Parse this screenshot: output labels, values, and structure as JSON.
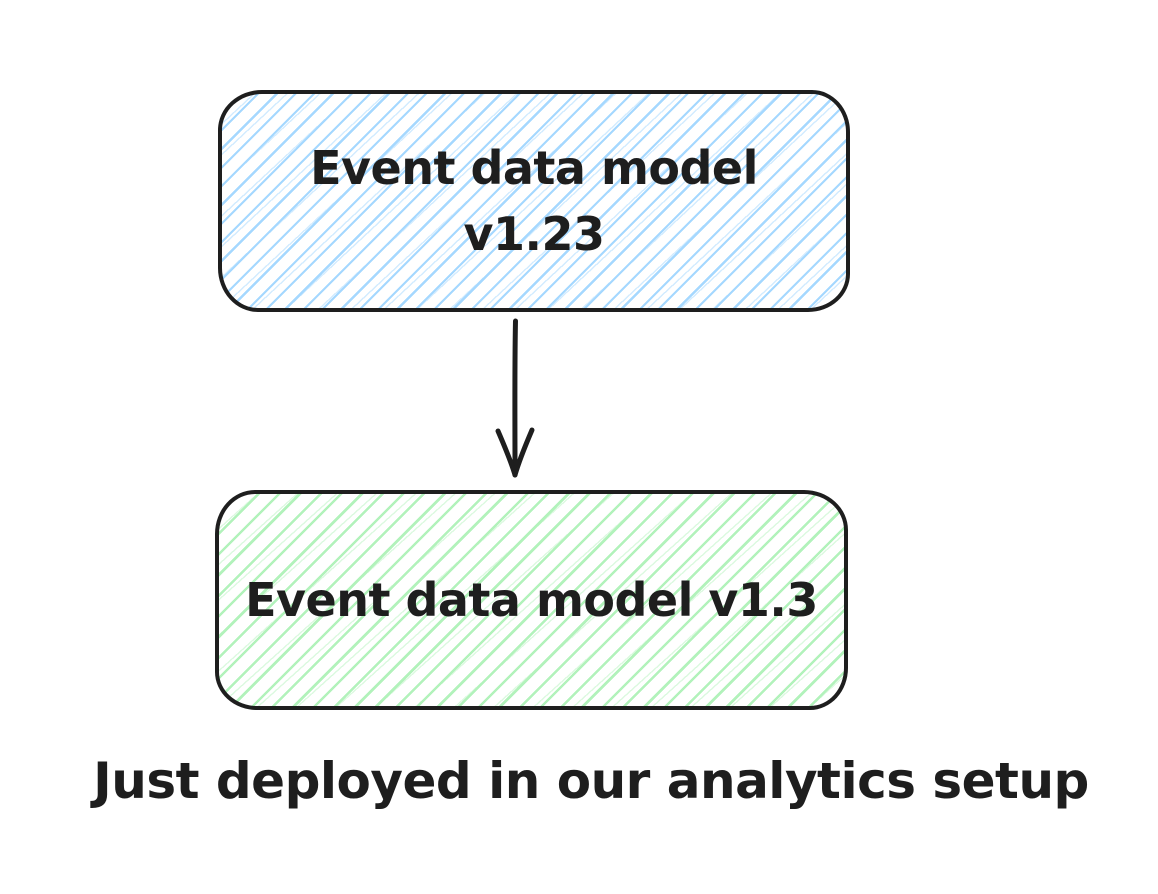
{
  "diagram": {
    "style": "hand-drawn-sketch",
    "background_color": "#ffffff",
    "stroke_color": "#1e1e1e",
    "top_box": {
      "label": "Event data model v1.23",
      "line1": "Event data model",
      "line2": "v1.23",
      "hatch_color": "#a5d8ff",
      "fill_style": "diagonal-hachure"
    },
    "arrow": {
      "direction": "down",
      "from": "top_box",
      "to": "bottom_box",
      "color": "#1e1e1e"
    },
    "bottom_box": {
      "label": "Event data model v1.3",
      "hatch_color": "#b2f2bb",
      "fill_style": "diagonal-hachure"
    },
    "caption": "Just deployed in our analytics setup"
  }
}
